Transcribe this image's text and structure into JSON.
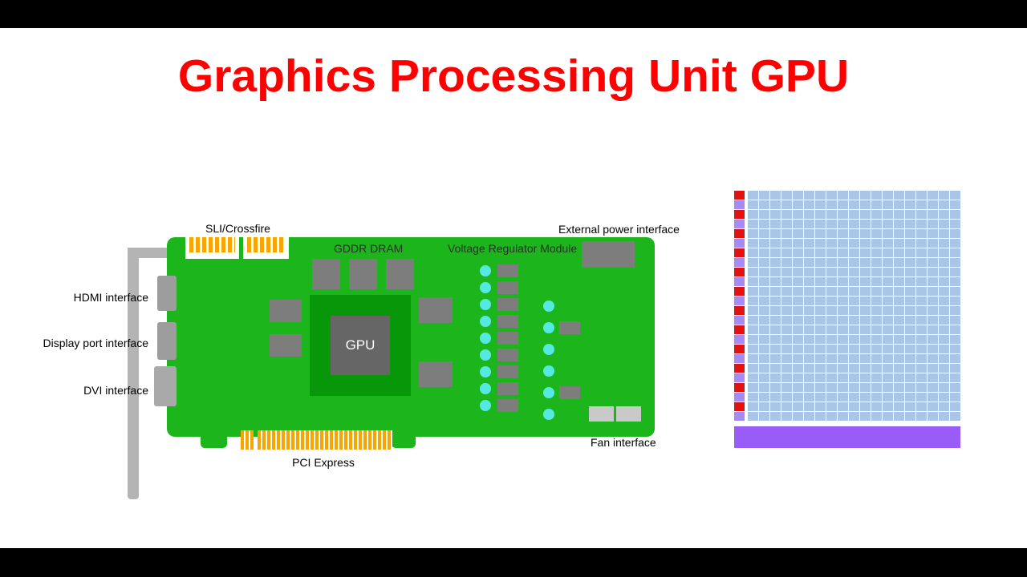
{
  "title": "Graphics Processing Unit GPU",
  "colors": {
    "title-red": "#ff0000",
    "board-green": "#1cb51c",
    "substrate-green": "#089708",
    "die-gray": "#666666",
    "chip-gray": "#7d7d7d",
    "port-gray": "#9d9d9d",
    "connector-orange": "#f7a600",
    "vrm-cyan": "#55e9e2",
    "pale-gray": "#c9c9c9",
    "bracket-gray": "#b4b4b4",
    "grid-blue": "#a9c6e6",
    "strip-red": "#e01313",
    "strip-purple": "#a58cf2",
    "bar-purple": "#9a5cf6",
    "label-dark": "#233323"
  },
  "labels": {
    "sli": "SLI/Crossfire",
    "gddr": "GDDR DRAM",
    "vrm": "Voltage Regulator Module",
    "external_power": "External power interface",
    "hdmi": "HDMI interface",
    "display_port": "Display port interface",
    "dvi": "DVI interface",
    "pci_express": "PCI Express",
    "fan": "Fan interface",
    "gpu_chip": "GPU"
  },
  "vrm": {
    "column1_pairs": 9,
    "column2_circles": 6,
    "column2_chip_rows": [
      1,
      4
    ]
  },
  "die_grid": {
    "rows": 24,
    "cols": 19,
    "strip_colors": [
      "#e01313",
      "#a58cf2"
    ]
  }
}
